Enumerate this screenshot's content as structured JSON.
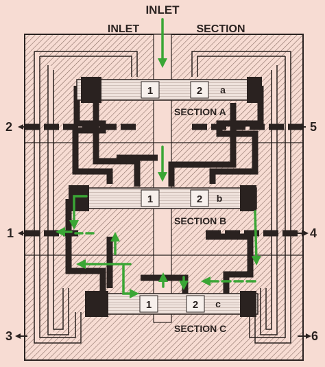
{
  "header": {
    "top_label": "INLET",
    "left_label": "INLET",
    "right_label": "SECTION"
  },
  "sections": {
    "a": "SECTION A",
    "b": "SECTION B",
    "c": "SECTION C"
  },
  "spools": {
    "a": {
      "num1": "1",
      "num2": "2",
      "letter": "a"
    },
    "b": {
      "num1": "1",
      "num2": "2",
      "letter": "b"
    },
    "c": {
      "num1": "1",
      "num2": "2",
      "letter": "c"
    }
  },
  "ports": {
    "p1": "1",
    "p2": "2",
    "p3": "3",
    "p4": "4",
    "p5": "5",
    "p6": "6"
  },
  "colors": {
    "background": "#f7dcd3",
    "ink": "#2a2220",
    "flow": "#3aa635",
    "channel": "#2a2220"
  }
}
